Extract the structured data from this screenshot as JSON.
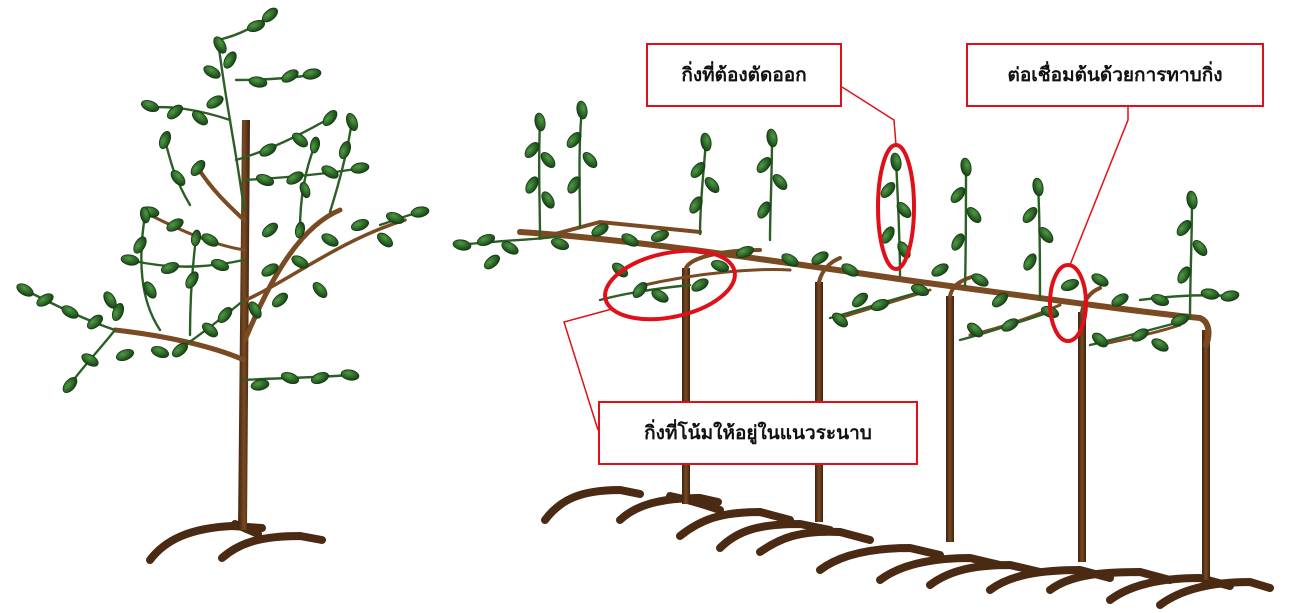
{
  "labels": {
    "cut_branch": "กิ่งที่ต้องตัดออก",
    "connect_trunk": "ต่อเชื่อมต้นด้วยการทาบกิ่ง",
    "bend_branch": "กิ่งที่โน้มให้อยู่ในแนวระนาบ"
  },
  "colors": {
    "trunk": "#6b3f1c",
    "trunk_dark": "#4a2a12",
    "branch_light": "#a86a2c",
    "leaf": "#2f6b2a",
    "leaf_dark": "#1d4a1b",
    "callout": "#e0101a"
  }
}
